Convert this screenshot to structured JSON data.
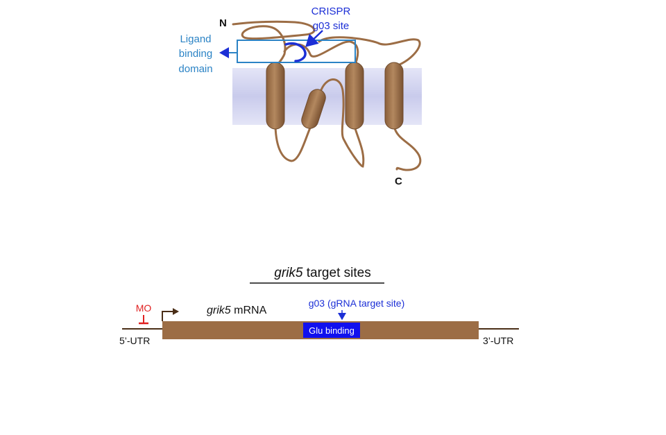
{
  "colors": {
    "protein": "#9c6d45",
    "protein_dark": "#6e4a2c",
    "membrane": "#cfd0ee",
    "ligand_box": "#2b83c5",
    "crispr": "#1c2fd6",
    "mo": "#e02020",
    "mrna_bar": "#9c6d45",
    "line": "#4a2e17",
    "glu_box": "#1010ee",
    "text_dark": "#111111"
  },
  "protein": {
    "n_label": "N",
    "c_label": "C",
    "crispr_label_line1": "CRISPR",
    "crispr_label_line2": "g03 site",
    "ligand_label_line1": "Ligand",
    "ligand_label_line2": "binding",
    "ligand_label_line3": "domain"
  },
  "gene": {
    "title_italic": "grik5",
    "title_rest": " target sites",
    "mrna_italic": "grik5",
    "mrna_rest": " mRNA",
    "g03_label": "g03 (gRNA target site)",
    "glu_label": "Glu binding",
    "mo_label": "MO",
    "utr5_label": "5’-UTR",
    "utr3_label": "3’-UTR"
  }
}
